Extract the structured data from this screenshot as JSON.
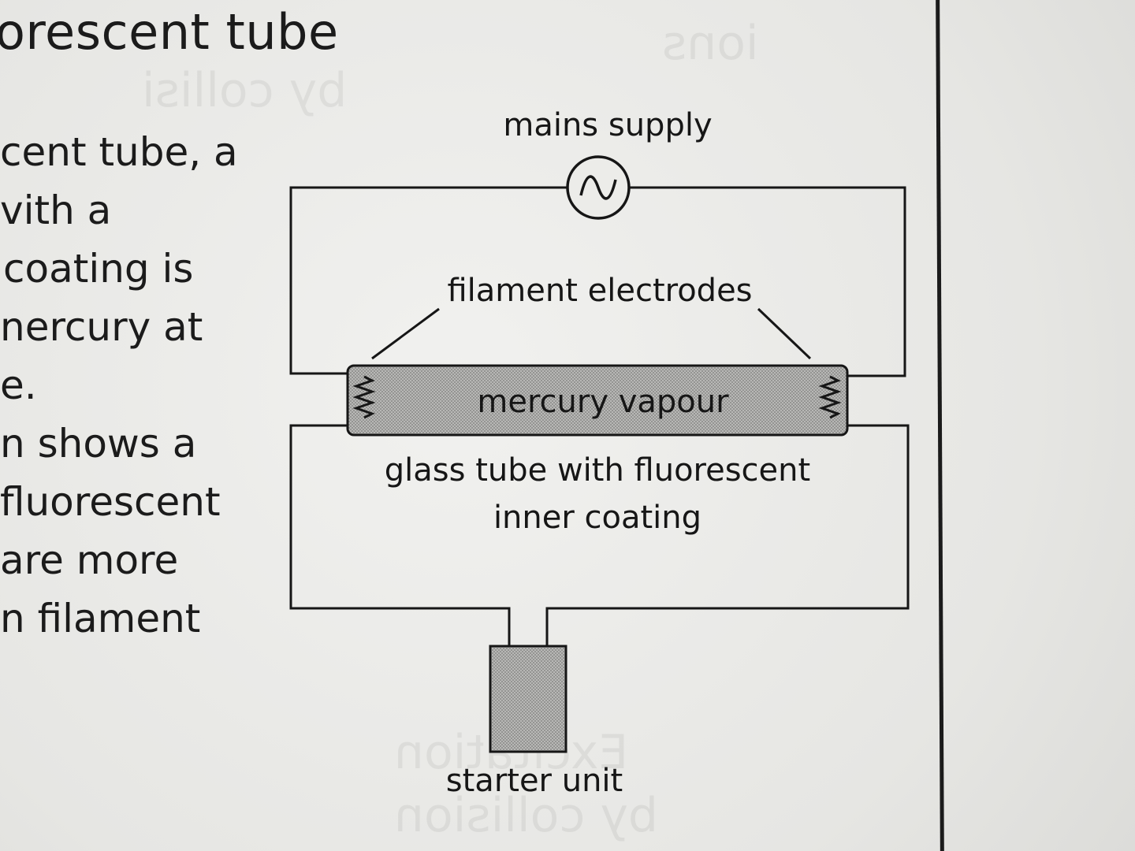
{
  "slide": {
    "heading": "orescent tube",
    "body_lines": [
      "cent tube, a",
      "vith a",
      "coating is",
      "nercury at",
      "e.",
      "n shows a",
      "fluorescent",
      "are more",
      "n filament"
    ]
  },
  "diagram": {
    "labels": {
      "mains_supply": "mains supply",
      "filament_electrodes": "filament electrodes",
      "mercury_vapour": "mercury vapour",
      "glass_tube_line1": "glass tube with fluorescent",
      "glass_tube_line2": "inner coating",
      "starter_unit": "starter unit"
    },
    "symbols": {
      "ac_source": "~",
      "colors": {
        "ink": "#161616",
        "tube_fill": "#a9a9a7",
        "starter_fill": "#9c9c9a"
      }
    }
  }
}
